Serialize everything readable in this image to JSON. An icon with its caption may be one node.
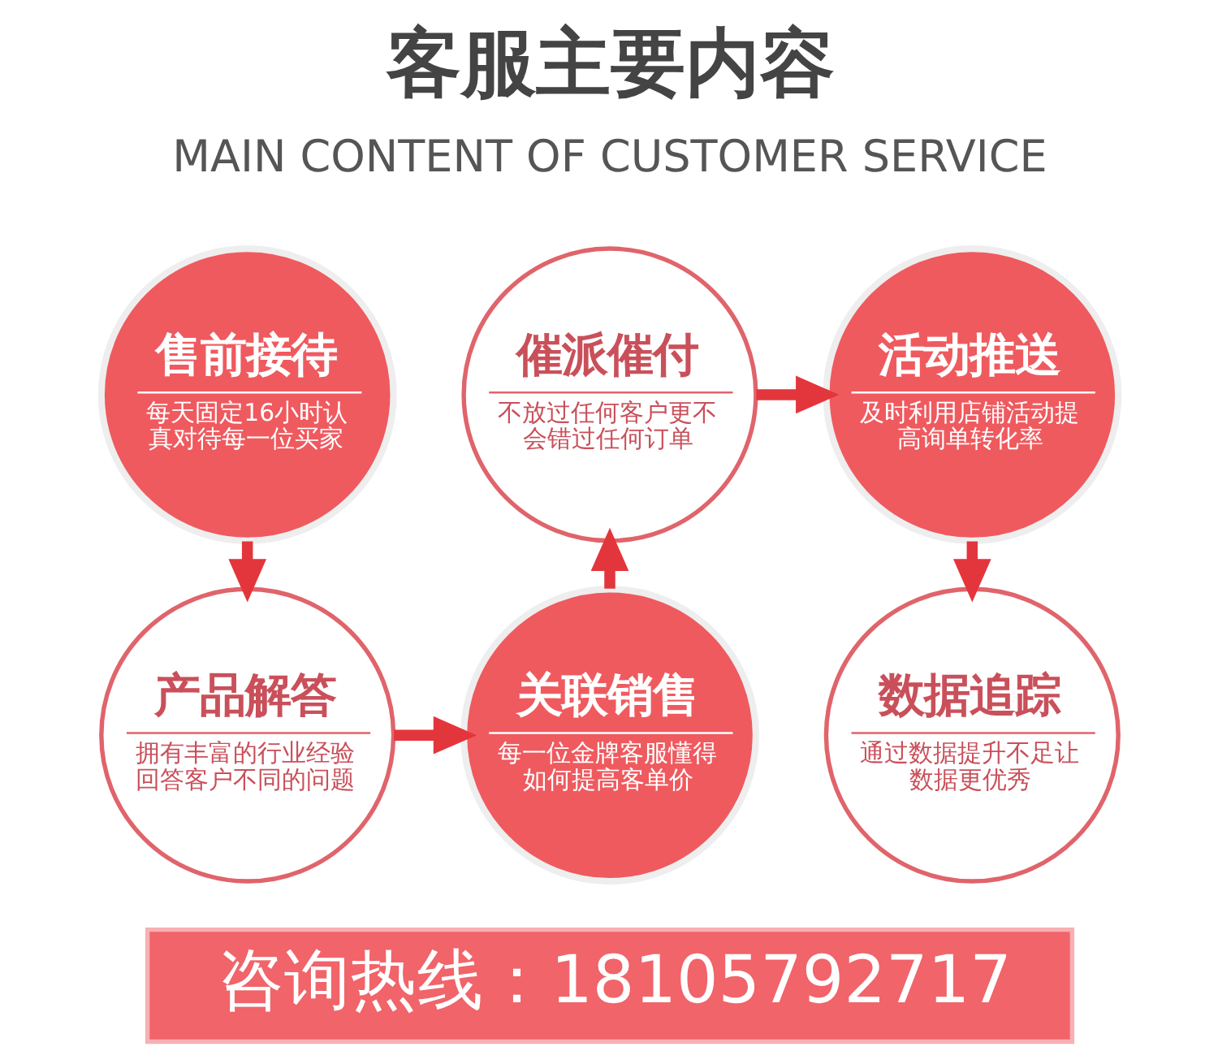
{
  "diagram": {
    "title": "客服主要内容",
    "nodes": [
      {
        "text": [
          "售前接待",
          "每天固定16小时认真对待每一位买家"
        ]
      },
      {
        "text": [
          "产品解答",
          "拥有丰富的行业经验回答客户不同的问题"
        ]
      },
      {
        "text": [
          "关联销售",
          "每一位金牌客服懂得如何提高客单价"
        ]
      },
      {
        "text": [
          "催派催付",
          "不放过任何客户更不会错过任何订单"
        ]
      },
      {
        "text": [
          "活动推送",
          "及时利用店铺活动提高询单转化率"
        ]
      },
      {
        "text": [
          "数据追踪",
          "通过数据提升不足让数据更优秀"
        ]
      },
      {
        "text": [
          "咨询热线：18105792717"
        ]
      }
    ],
    "edges": [
      {
        "from": 0,
        "to": 1,
        "arrow": "to"
      },
      {
        "from": 1,
        "to": 2,
        "arrow": "to"
      },
      {
        "from": 2,
        "to": 3,
        "arrow": "to"
      },
      {
        "from": 3,
        "to": 4,
        "arrow": "to"
      },
      {
        "from": 4,
        "to": 5,
        "arrow": "to"
      }
    ],
    "labels": [
      "MAIN CONTENT OF CUSTOMER SERVICE"
    ]
  }
}
